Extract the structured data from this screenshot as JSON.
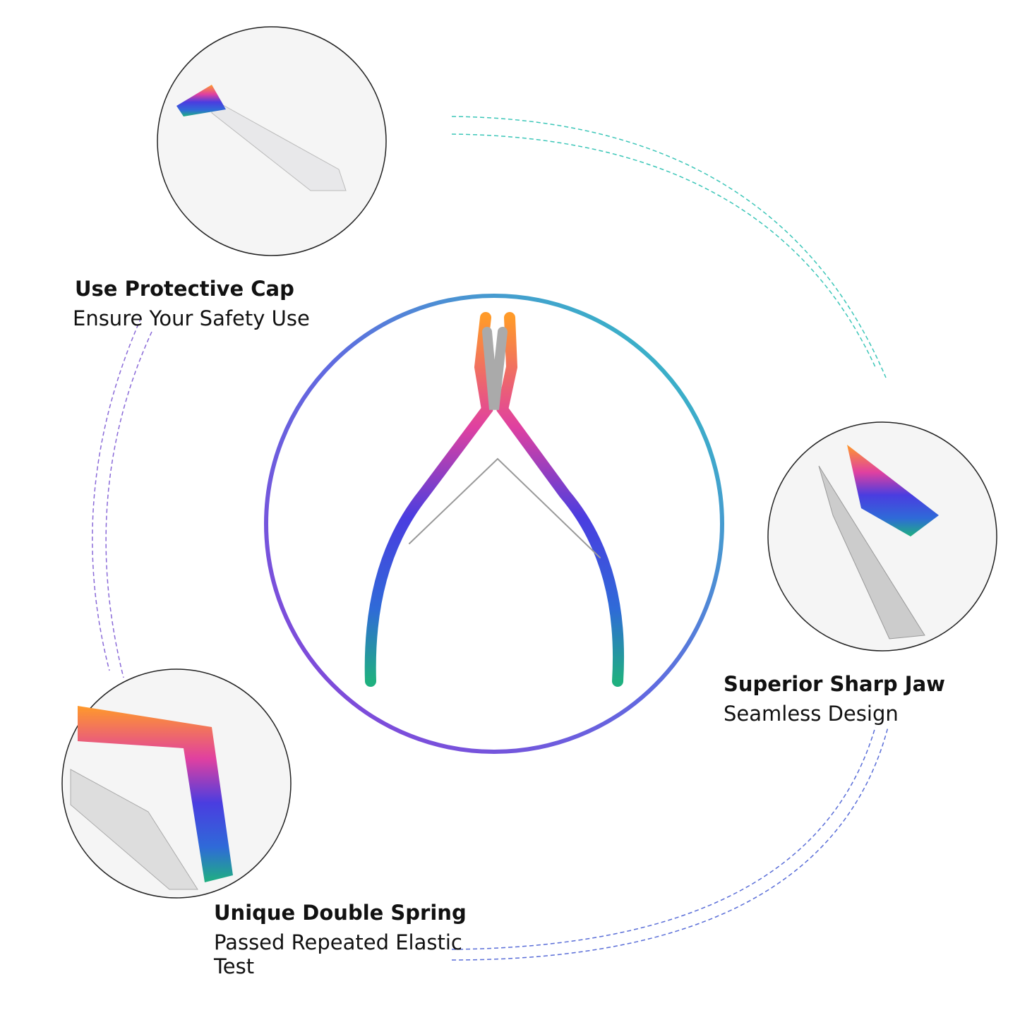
{
  "features": [
    {
      "title": "Use Protective Cap",
      "subtitle": "Ensure Your Safety Use"
    },
    {
      "title": "Superior Sharp Jaw",
      "subtitle": "Seamless Design"
    },
    {
      "title": "Unique Double Spring",
      "subtitle": "Passed Repeated Elastic Test"
    }
  ],
  "colors": {
    "ring_start": "#7b3fd6",
    "ring_end": "#2ec4c0"
  }
}
